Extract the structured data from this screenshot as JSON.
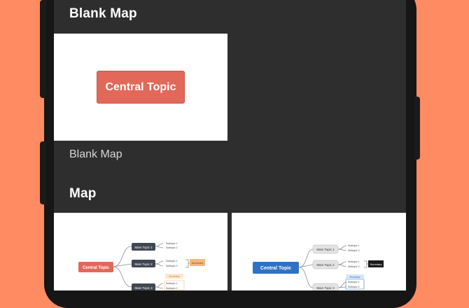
{
  "sections": [
    {
      "header": "Blank Map",
      "template": {
        "central": "Central Topic",
        "label": "Blank Map"
      }
    },
    {
      "header": "Map",
      "templates": [
        {
          "central": "Central Topic",
          "topics": [
            "Main Topic 1",
            "Main Topic 2",
            "Main Topic 3"
          ],
          "subtopics": [
            "Subtopic 1",
            "Subtopic 2"
          ],
          "summary": "Summary",
          "boundary": "Boundary"
        },
        {
          "central": "Central Topic",
          "topics": [
            "Main Topic 1",
            "Main Topic 2",
            "Main Topic 3"
          ],
          "subtopics": [
            "Subtopic 1",
            "Subtopic 2"
          ],
          "summary": "Summary",
          "boundary": "Boundary"
        }
      ]
    }
  ],
  "colors": {
    "background": "#ff8b63",
    "screen": "#2e2e2e",
    "central_red": "#e2685a",
    "central_blue": "#2f72c4",
    "topic_dark": "#3f4750",
    "topic_gray": "#e3e3e3",
    "summary_orange": "#f6b77a"
  }
}
